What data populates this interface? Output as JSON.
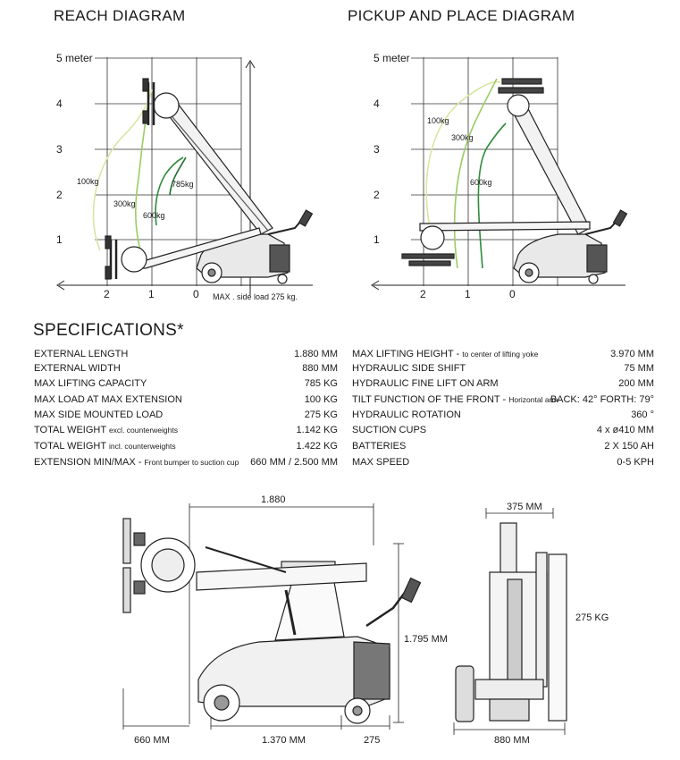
{
  "reach": {
    "title": "REACH DIAGRAM",
    "y_ticks": [
      "5 meter",
      "4",
      "3",
      "2",
      "1"
    ],
    "x_ticks": [
      "2",
      "1",
      "0"
    ],
    "curves": [
      {
        "label": "100kg",
        "color": "#d6e7a3"
      },
      {
        "label": "300kg",
        "color": "#9ccc65"
      },
      {
        "label": "600kg",
        "color": "#2e8b3a"
      },
      {
        "label": "785kg",
        "color": "#1f6e2c"
      }
    ],
    "note": "MAX . side load 275 kg."
  },
  "pickup": {
    "title": "PICKUP AND PLACE DIAGRAM",
    "y_ticks": [
      "5 meter",
      "4",
      "3",
      "2",
      "1"
    ],
    "x_ticks": [
      "2",
      "1",
      "0"
    ],
    "curves": [
      {
        "label": "100kg",
        "color": "#d6e7a3"
      },
      {
        "label": "300kg",
        "color": "#9ccc65"
      },
      {
        "label": "600kg",
        "color": "#2e8b3a"
      }
    ]
  },
  "specs": {
    "heading": "SPECIFICATIONS*",
    "left": [
      {
        "k": "EXTERNAL LENGTH",
        "s": "",
        "v": "1.880 MM"
      },
      {
        "k": "EXTERNAL WIDTH",
        "s": "",
        "v": "880 MM"
      },
      {
        "k": "MAX LIFTING CAPACITY",
        "s": "",
        "v": "785 KG"
      },
      {
        "k": "MAX LOAD AT MAX EXTENSION",
        "s": "",
        "v": "100 KG"
      },
      {
        "k": "MAX SIDE MOUNTED LOAD",
        "s": "",
        "v": "275 KG"
      },
      {
        "k": "TOTAL WEIGHT",
        "s": "excl. counterweights",
        "v": "1.142 KG"
      },
      {
        "k": "TOTAL WEIGHT",
        "s": "incl. counterweights",
        "v": "1.422 KG"
      },
      {
        "k": "EXTENSION MIN/MAX -",
        "s": "Front bumper to suction cup",
        "v": "660 MM / 2.500 MM"
      }
    ],
    "right": [
      {
        "k": "MAX LIFTING HEIGHT -",
        "s": "to center of lifting yoke",
        "v": "3.970 MM"
      },
      {
        "k": "HYDRAULIC SIDE SHIFT",
        "s": "",
        "v": "75 MM"
      },
      {
        "k": "HYDRAULIC FINE LIFT ON ARM",
        "s": "",
        "v": "200 MM"
      },
      {
        "k": "TILT FUNCTION OF THE FRONT -",
        "s": "Horizontal arm",
        "v": "BACK: 42° FORTH: 79°"
      },
      {
        "k": "HYDRAULIC ROTATION",
        "s": "",
        "v": "360 °"
      },
      {
        "k": "SUCTION CUPS",
        "s": "",
        "v": "4 x ø410 MM"
      },
      {
        "k": "BATTERIES",
        "s": "",
        "v": "2 X 150 AH"
      },
      {
        "k": "MAX SPEED",
        "s": "",
        "v": "0-5 KPH"
      }
    ]
  },
  "dimensions": {
    "length": "1.880",
    "height": "1.795 MM",
    "front": "660 MM",
    "wheelbase": "1.370 MM",
    "rear": "275",
    "width_top": "375 MM",
    "side_load": "275 KG",
    "width": "880 MM"
  }
}
